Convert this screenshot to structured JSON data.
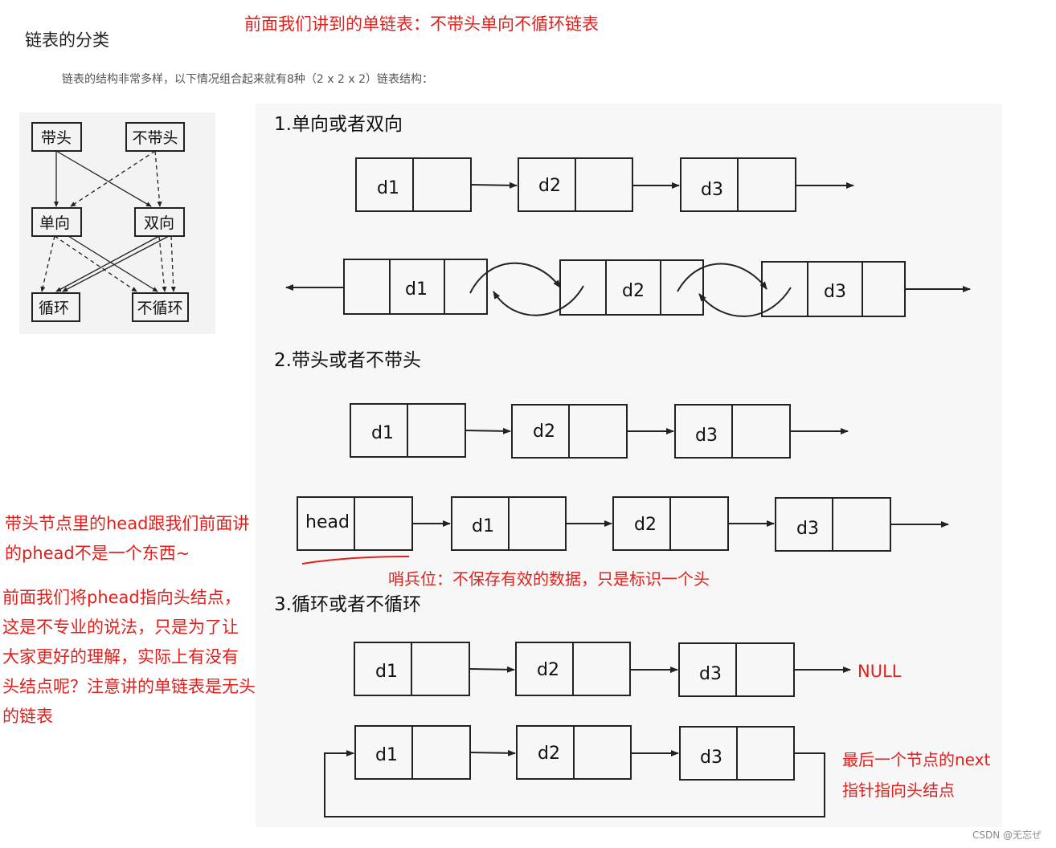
{
  "page": {
    "heading": "链表的分类",
    "top_note": "前面我们讲到的单链表：不带头单向不循环链表",
    "intro": "链表的结构非常多样，以下情况组合起来就有8种（2 x 2 x 2）链表结构：",
    "watermark": "CSDN @无忘ぜ"
  },
  "classification": {
    "with_head": "带头",
    "without_head": "不带头",
    "single": "单向",
    "double": "双向",
    "circular": "循环",
    "non_circular": "不循环"
  },
  "sections": {
    "s1_title": "1.单向或者双向",
    "s2_title": "2.带头或者不带头",
    "s3_title": "3.循环或者不循环"
  },
  "nodes": {
    "d1": "d1",
    "d2": "d2",
    "d3": "d3",
    "head": "head",
    "null": "NULL"
  },
  "annotations": {
    "head_note_lines": [
      "带头节点里的head跟我们前面讲",
      "的phead不是一个东西~"
    ],
    "phead_note_lines": [
      "前面我们将phead指向头结点，",
      "这是不专业的说法，只是为了让",
      "大家更好的理解，实际上有没有",
      "头结点呢？注意讲的单链表是无头",
      "的链表"
    ],
    "sentinel_note": "哨兵位：不保存有效的数据，只是标识一个头",
    "tail_note_lines": [
      "最后一个节点的next",
      "指针指向头结点"
    ]
  },
  "colors": {
    "annotation_red": "#e0201c",
    "panel_gray": "#f7f7f7"
  }
}
